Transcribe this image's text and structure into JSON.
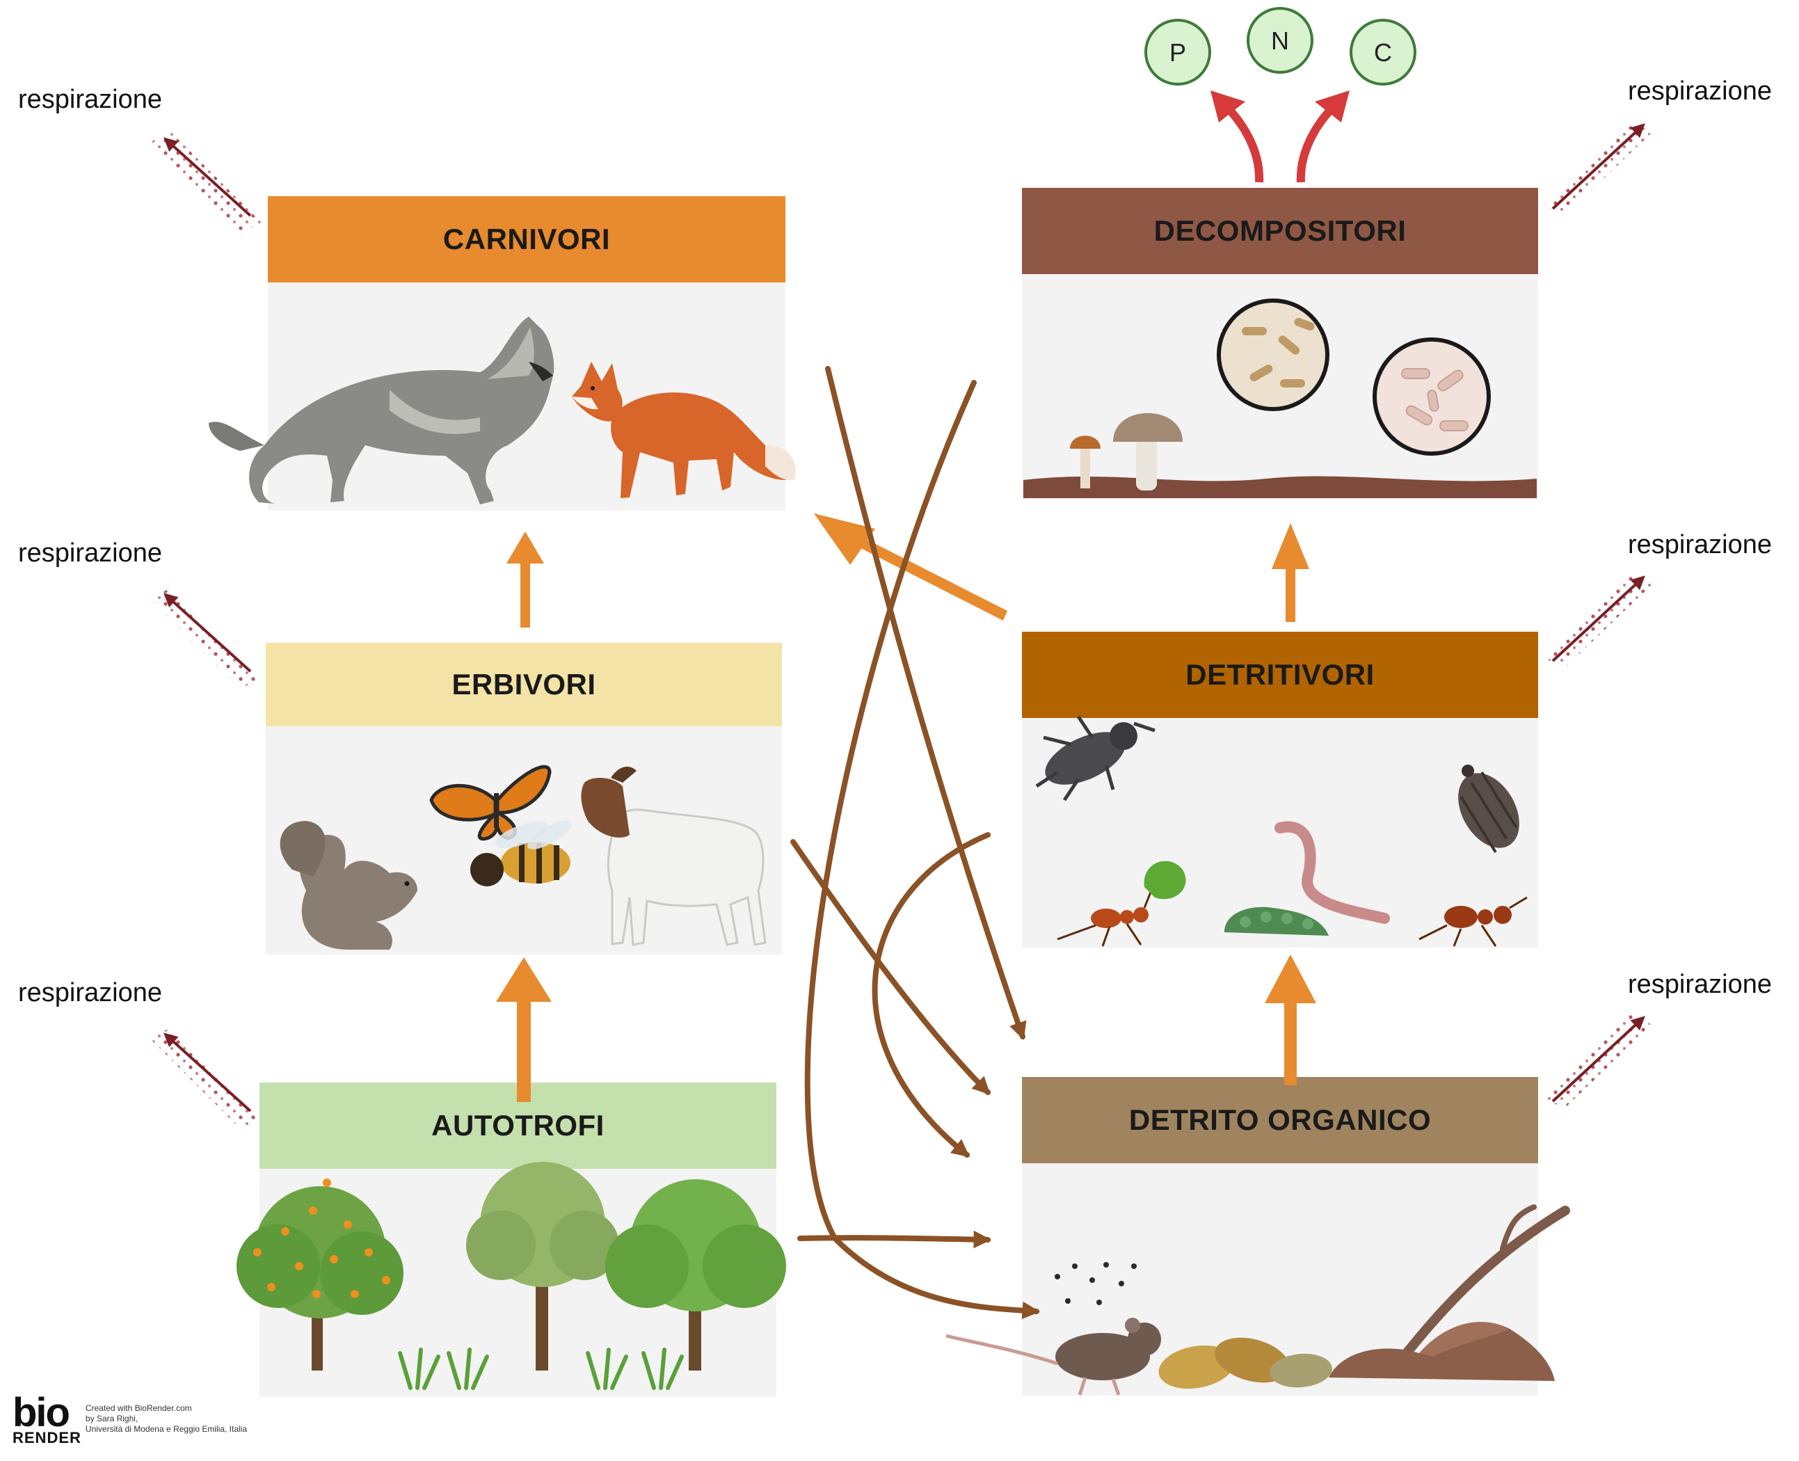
{
  "colors": {
    "carnivori": "#e88a2e",
    "erbivori": "#f3e3a6",
    "autotrofi": "#c4e0ad",
    "decompositori": "#8f5845",
    "detritivori": "#b26400",
    "detrito": "#a0845f",
    "panel": "#f3f3f3",
    "energy_arrow": "#e88a2e",
    "matter_arrow": "#8b5226",
    "respiration_arrow": "#7a1f25",
    "nutrient_arrow": "#d63a3a",
    "nutrient_circle": "#d9f2cf",
    "nutrient_border": "#3f7a3b"
  },
  "boxes": {
    "carnivori": {
      "label": "CARNIVORI"
    },
    "erbivori": {
      "label": "ERBIVORI"
    },
    "autotrofi": {
      "label": "AUTOTROFI"
    },
    "decompositori": {
      "label": "DECOMPOSITORI"
    },
    "detritivori": {
      "label": "DETRITIVORI"
    },
    "detrito": {
      "label": "DETRITO ORGANICO"
    }
  },
  "respiration_label": "respirazione",
  "nutrients": [
    "P",
    "N",
    "C"
  ],
  "icons": {
    "carnivori": [
      "wolf-icon",
      "fox-icon"
    ],
    "erbivori": [
      "squirrel-icon",
      "butterfly-icon",
      "bee-icon",
      "goat-icon"
    ],
    "autotrofi": [
      "orange-tree-icon",
      "tree-icon",
      "bush-tree-icon",
      "grass-icon"
    ],
    "decompositori": [
      "mushroom-icon",
      "bacteria-icon"
    ],
    "detritivori": [
      "beetle-icon",
      "ant-icon",
      "caterpillar-icon",
      "earthworm-icon",
      "woodlouse-icon"
    ],
    "detrito": [
      "dead-mouse-icon",
      "dead-leaves-icon",
      "branch-icon",
      "soil-pile-icon"
    ]
  },
  "logo": {
    "word_top": "bio",
    "word_bottom": "RENDER",
    "credit": [
      "Created with BioRender.com",
      "by Sara Righi,",
      "Università di Modena e Reggio Emilia, Italia"
    ]
  }
}
